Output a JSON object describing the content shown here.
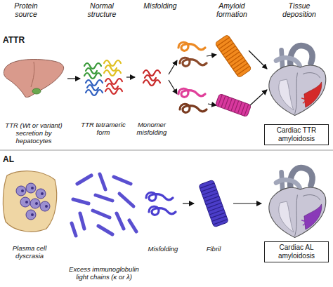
{
  "diagram": {
    "nodes": [
      {
        "text": [
          "TTR (Wt or variant) secretion by hepatocytes"
        ]
      },
      {
        "text": [
          "TTR tetrameric form"
        ]
      },
      {
        "text": [
          "Monomer misfolding"
        ]
      },
      {
        "text": [
          "Cardiac TTR amyloidosis"
        ]
      },
      {
        "text": [
          "Plasma cell dyscrasia"
        ]
      },
      {
        "text": [
          "Excess immunoglobulin light chains (κ or λ)"
        ]
      },
      {
        "text": [
          "Misfolding"
        ]
      },
      {
        "text": [
          "Fibril"
        ]
      },
      {
        "text": [
          "Cardiac AL amyloidosis"
        ]
      }
    ],
    "edges": [
      {
        "from": 0,
        "to": 1,
        "arrow": "to"
      },
      {
        "from": 1,
        "to": 2,
        "arrow": "to"
      },
      {
        "from": 6,
        "to": 7,
        "arrow": "to"
      },
      {
        "from": 7,
        "to": 8,
        "arrow": "to"
      }
    ],
    "labels": [
      "Protein source",
      "Normal structure",
      "Misfolding",
      "Amyloid formation",
      "Tissue deposition",
      "ATTR",
      "AL"
    ]
  }
}
